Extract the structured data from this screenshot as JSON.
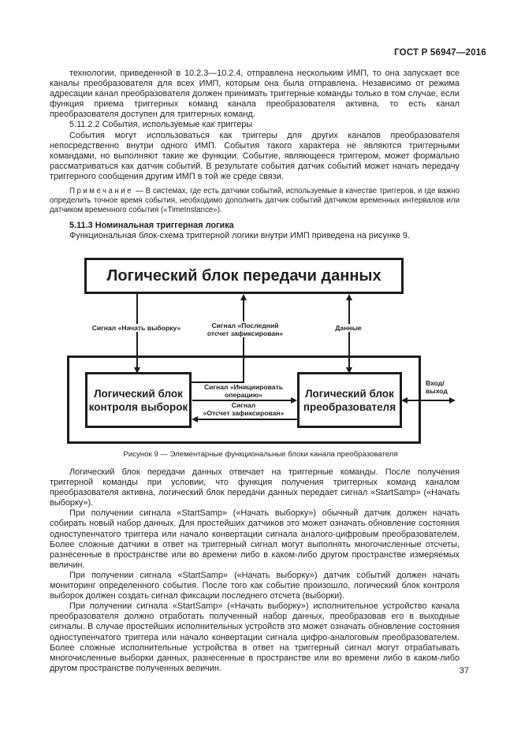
{
  "page": {
    "doc_code": "ГОСТ Р 56947—2016",
    "page_number": "37"
  },
  "content": {
    "para_intro": "технологии, приведенной в 10.2.3—10.2.4, отправлена нескольким ИМП, то она запускает все каналы преобразователя для всех ИМП, которым она была отправлена. Независимо от режима адресации канал преобразователя должен принимать триггерные команды только в том случае, если функция приема триггерных команд канала преобразователя активна, то есть канал преобразователя доступен для триггерных команд.",
    "heading_events": "5.11.2.2 События, используемые как триггеры",
    "para_events": "События могут использоваться как триггеры для других каналов преобразователя непосредственно внутри одного ИМП. События такого характера не являются триггерными командами, но выполняют такие же функции. Событие, являющееся триггером, может формально рассматриваться как датчик событий. В результате события датчик событий может начать передачу триггерного сообщения другим ИМП в той же среде связи.",
    "note": {
      "label": "Примечание",
      "text": " — В системах, где есть датчики событий, используемые в качестве триггеров, и где важно определить точное время события, необходимо дополнить датчик событий датчиком временных интервалов или датчиком временного события («TimeInstance»)."
    },
    "heading_logic": "5.11.3 Номинальная триггерная логика",
    "para_figure_ref": "Функциональная блок-схема триггерной логики внутри ИМП приведена на рисунке 9.",
    "para_transfer": "Логический блок передачи данных отвечает на триггерные команды. После получения триггерной команды при условии, что функция получения триггерных команд каналом преобразователя активна, логический блок передачи данных передает сигнал «StartSamp» («Начать выборку»).",
    "para_sensor": "При получении сигнала «StartSamp» («Начать выборку») обычный датчик должен начать собирать новый набор данных. Для простейших датчиков это может означать обновление состояния одноступенчатого триггера или начало конвертации сигнала аналого-цифровым преобразователем. Более сложные датчики в ответ на триггерный сигнал могут выполнять многочисленные отсчеты, разнесенные в пространстве или во времени либо в каком-либо другом пространстве измеряемых величин.",
    "para_event_sensor": "При получении сигнала «StartSamp» («Начать выборку») датчик событий должен начать мониторинг определенного события. После того как событие произошло, логический блок контроля выборок должен создать сигнал фиксации последнего отсчета (выборки).",
    "para_actuator": "При получении сигнала «StartSamp» («Начать выборку») исполнительное устройство канала преобразователя должно отработать полученный набор данных, преобразовав его в выходные сигналы. В случае простейших исполнительных устройств это может означать обновление состояния одноступенчатого триггера или начало конвертации сигнала цифро-аналоговым преобразователем. Более сложные исполнительные устройства в ответ на триггерный сигнал могут отрабатывать многочисленные выборки данных, разнесенные в пространстве или во времени либо в каком-либо другом пространстве полученных величин."
  },
  "figure": {
    "caption": "Рисунок 9 — Элементарные функциональные блоки канала преобразователя",
    "top_box": "Логический блок передачи данных",
    "left_box_lines": [
      "Логический блок",
      "контроля выборок"
    ],
    "right_box_lines": [
      "Логический блок",
      "преобразователя"
    ],
    "label_start_sample": "Сигнал «Начать выборку»",
    "label_last_sample_lines": [
      "Сигнал «Последний",
      "отсчет зафиксирован»"
    ],
    "label_data": "Данные",
    "label_init_operation_lines": [
      "Сигнал «Инициировать",
      "операцию»"
    ],
    "label_sample_fixed_lines": [
      "Сигнал",
      "«Отсчет зафиксирован»"
    ],
    "label_io_lines": [
      "Вход/",
      "выход"
    ]
  }
}
